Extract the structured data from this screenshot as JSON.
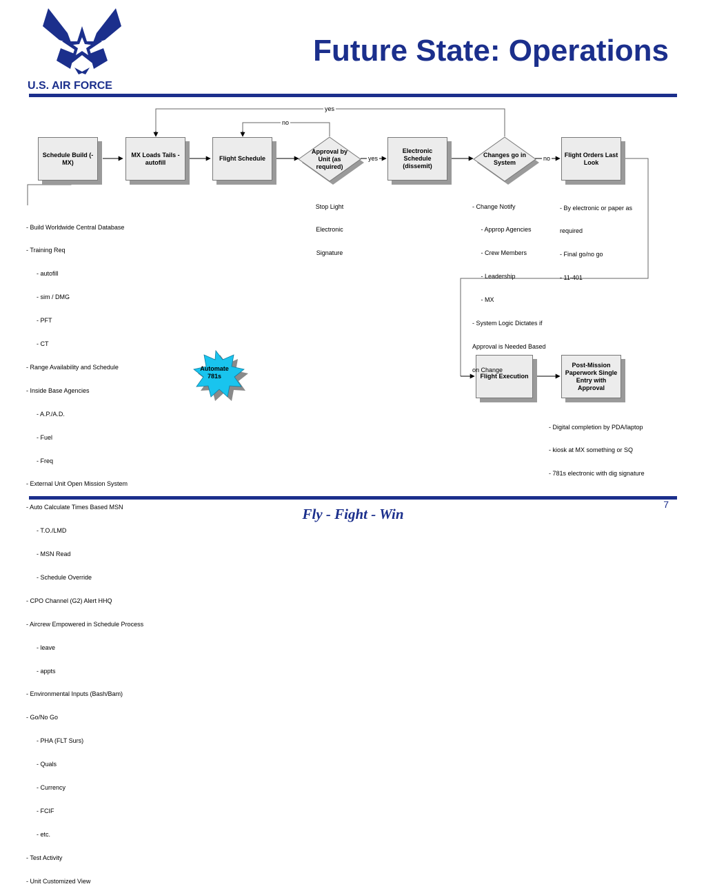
{
  "header": {
    "title": "Future State: Operations",
    "logo_text": "U.S. AIR FORCE"
  },
  "footer": {
    "motto": "Fly  -  Fight  -  Win",
    "page_number": "7"
  },
  "nodes": {
    "schedule_build": "Schedule Build (-MX)",
    "mx_loads": "MX Loads Tails -autofill",
    "flight_schedule": "Flight Schedule",
    "approval": "Approval by Unit (as required)",
    "electronic_schedule": "Electronic Schedule (dissemit)",
    "changes": "Changes go in System",
    "flight_orders": "Flight Orders Last Look",
    "flight_execution": "Flight Execution",
    "post_mission": "Post-Mission Paperwork Single Entry with Approval",
    "automate": "Automate 781s"
  },
  "edge_labels": {
    "yes_top": "yes",
    "no_top": "no",
    "yes_mid": "yes",
    "no_mid": "no"
  },
  "notes": {
    "stop_light": [
      "Stop Light",
      "Electronic",
      "Signature"
    ],
    "change_notify": [
      "- Change Notify",
      "     - Approp Agencies",
      "     - Crew Members",
      "     - Leadership",
      "     - MX",
      "- System Logic Dictates if",
      "Approval is Needed Based",
      "on Change"
    ],
    "flight_orders_notes": [
      "- By electronic or paper as",
      "required",
      "- Final go/no go",
      "- 11-401"
    ],
    "post_mission_notes": [
      "- Digital completion by PDA/laptop",
      "- kiosk at MX something or SQ",
      "- 781s electronic with dig signature"
    ],
    "schedule_build_notes": [
      "- Build Worldwide Central Database",
      "- Training Req",
      "      - autofill",
      "      - sim / DMG",
      "      - PFT",
      "      - CT",
      "- Range Availability and Schedule",
      "- Inside Base Agencies",
      "      - A.P./A.D.",
      "      - Fuel",
      "      - Freq",
      "- External Unit Open Mission System",
      "- Auto Calculate Times Based MSN",
      "      - T.O./LMD",
      "      - MSN Read",
      "      - Schedule Override",
      "- CPO Channel (G2) Alert HHQ",
      "- Aircrew Empowered in Schedule Process",
      "      - leave",
      "      - appts",
      "- Environmental Inputs (Bash/Bam)",
      "- Go/No Go",
      "      - PHA (FLT Surs)",
      "      - Quals",
      "      - Currency",
      "      - FCIF",
      "      - etc.",
      "- Test Activity",
      "- Unit Customized View"
    ]
  },
  "colors": {
    "brand_blue": "#1b2f8c",
    "box_fill": "#ececec",
    "shadow": "#9a9a9a",
    "star_fill": "#19c4ee"
  }
}
